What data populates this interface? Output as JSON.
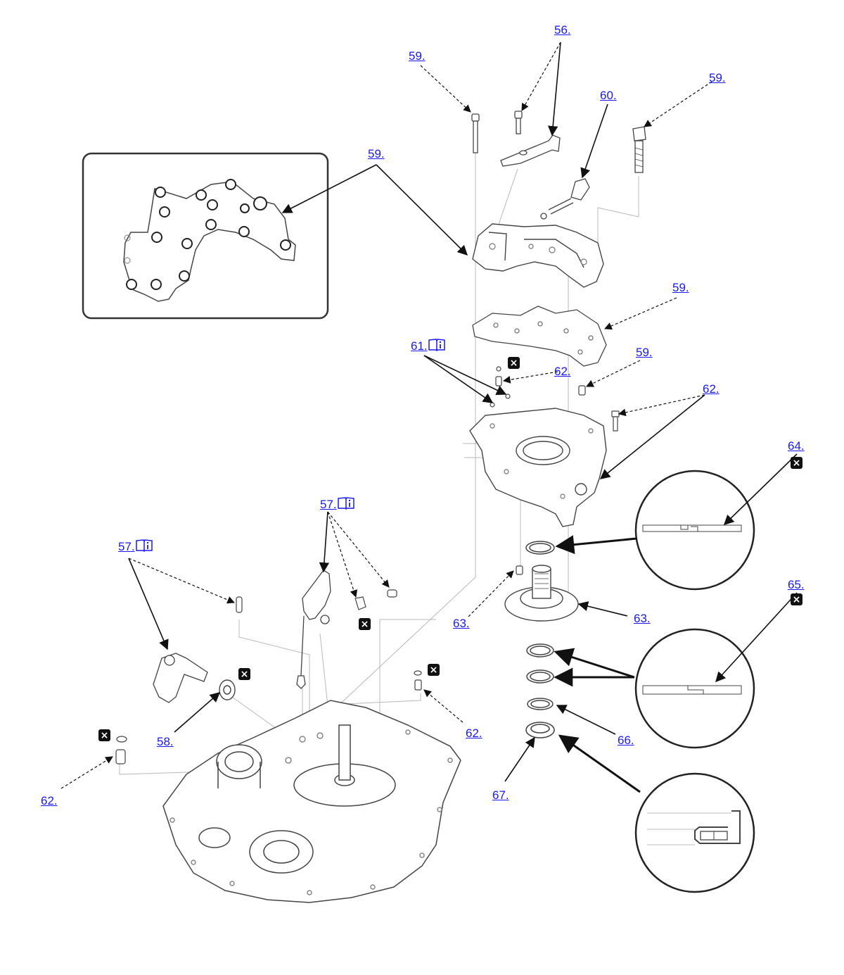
{
  "callouts": [
    {
      "id": "c56",
      "label": "56.",
      "book": false
    },
    {
      "id": "c59a",
      "label": "59.",
      "book": false
    },
    {
      "id": "c59b",
      "label": "59.",
      "book": false
    },
    {
      "id": "c60",
      "label": "60.",
      "book": false
    },
    {
      "id": "c59c",
      "label": "59.",
      "book": false
    },
    {
      "id": "c59d",
      "label": "59.",
      "book": false
    },
    {
      "id": "c61",
      "label": "61.",
      "book": true
    },
    {
      "id": "c62a",
      "label": "62.",
      "book": false
    },
    {
      "id": "c59e",
      "label": "59.",
      "book": false
    },
    {
      "id": "c62b",
      "label": "62.",
      "book": false
    },
    {
      "id": "c64",
      "label": "64.",
      "book": false
    },
    {
      "id": "c57a",
      "label": "57.",
      "book": true
    },
    {
      "id": "c57b",
      "label": "57.",
      "book": true
    },
    {
      "id": "c63a",
      "label": "63.",
      "book": false
    },
    {
      "id": "c63b",
      "label": "63.",
      "book": false
    },
    {
      "id": "c65",
      "label": "65.",
      "book": false
    },
    {
      "id": "c58",
      "label": "58.",
      "book": false
    },
    {
      "id": "c62c",
      "label": "62.",
      "book": false
    },
    {
      "id": "c66",
      "label": "66.",
      "book": false
    },
    {
      "id": "c62d",
      "label": "62.",
      "book": false
    },
    {
      "id": "c67",
      "label": "67.",
      "book": false
    }
  ],
  "replace_marker": "×",
  "colors": {
    "link": "#1a1aee",
    "line": "#111111",
    "faint": "#b8b8b8",
    "part": "#444444"
  }
}
